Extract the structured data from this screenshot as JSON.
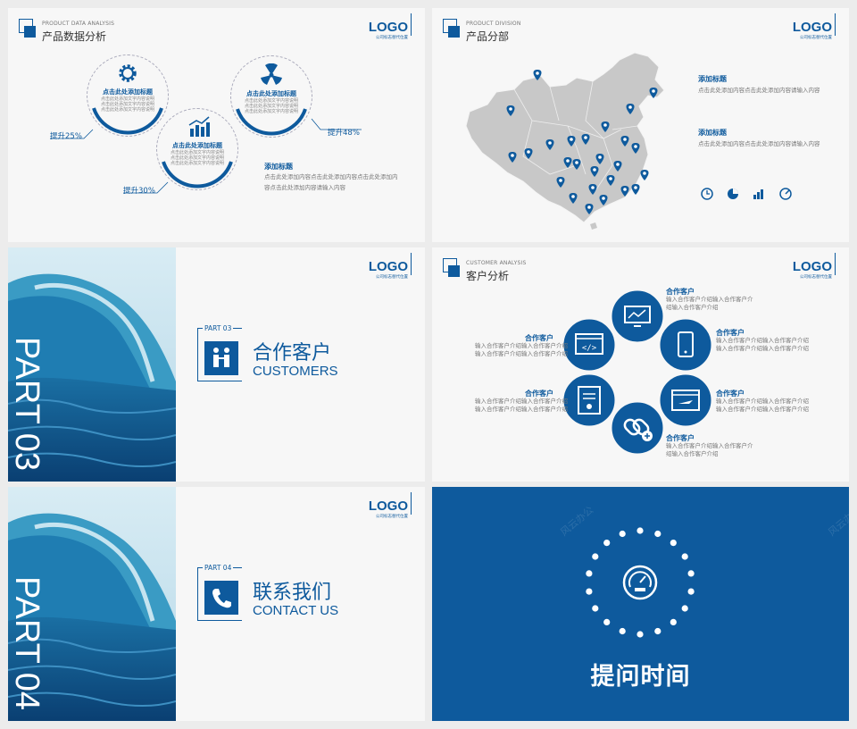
{
  "logo": {
    "text": "LOGO",
    "sub": "公司标志替代位置"
  },
  "slide1": {
    "header_en": "PRODUCT DATA ANALYSIS",
    "header_cn": "产品数据分析",
    "circles": [
      {
        "title": "点击此处添加标题",
        "desc": [
          "点击此处添加文字内容说明",
          "点击此处添加文字内容说明",
          "点击此处添加文字内容说明"
        ],
        "pct": "提升25%",
        "icon": "gear-icon"
      },
      {
        "title": "点击此处添加标题",
        "desc": [
          "点击此处添加文字内容说明",
          "点击此处添加文字内容说明",
          "点击此处添加文字内容说明"
        ],
        "pct": "提升30%",
        "icon": "bar-chart-icon"
      },
      {
        "title": "点击此处添加标题",
        "desc": [
          "点击此处添加文字内容说明",
          "点击此处添加文字内容说明",
          "点击此处添加文字内容说明"
        ],
        "pct": "提升48%",
        "icon": "radiation-icon"
      }
    ],
    "note_title": "添加标题",
    "note_desc": "点击此处添加内容点击此处添加内容点击此处添加内容点击此处添加内容请输入内容"
  },
  "slide2": {
    "header_en": "PRODUCT DIVISION",
    "header_cn": "产品分部",
    "blocks": [
      {
        "title": "添加标题",
        "desc": "点击此处添加内容点击此处添加内容请输入内容"
      },
      {
        "title": "添加标题",
        "desc": "点击此处添加内容点击此处添加内容请输入内容"
      }
    ],
    "icons": [
      "clock-icon",
      "pie-icon",
      "growth-icon",
      "speed-icon"
    ]
  },
  "slide3": {
    "part_vertical": "PART 03",
    "tag": "PART 03",
    "title_cn": "合作客户",
    "title_en": "CUSTOMERS"
  },
  "slide4": {
    "header_en": "CUSTOMER ANALYSIS",
    "header_cn": "客户分析",
    "items": [
      {
        "title": "合作客户",
        "desc": [
          "输入合作客户介绍输入合作客户介",
          "绍输入合作客户介绍"
        ]
      },
      {
        "title": "合作客户",
        "desc": [
          "输入合作客户介绍输入合作客户介绍",
          "输入合作客户介绍输入合作客户介绍"
        ]
      },
      {
        "title": "合作客户",
        "desc": [
          "输入合作客户介绍输入合作客户介绍",
          "输入合作客户介绍输入合作客户介绍"
        ]
      },
      {
        "title": "合作客户",
        "desc": [
          "输入合作客户介绍输入合作客户介",
          "绍输入合作客户介绍"
        ]
      },
      {
        "title": "合作客户",
        "desc": [
          "输入合作客户介绍输入合作客户介绍",
          "输入合作客户介绍输入合作客户介绍"
        ]
      },
      {
        "title": "合作客户",
        "desc": [
          "输入合作客户介绍输入合作客户介绍",
          "输入合作客户介绍输入合作客户介绍"
        ]
      }
    ]
  },
  "slide5": {
    "part_vertical": "PART 04",
    "tag": "PART 04",
    "title_cn": "联系我们",
    "title_en": "CONTACT US"
  },
  "slide6": {
    "title": "提问时间",
    "watermark": "风云办公"
  },
  "colors": {
    "accent": "#0e5a9d",
    "map_gray": "#c8c8c8",
    "background": "#f7f7f7"
  }
}
